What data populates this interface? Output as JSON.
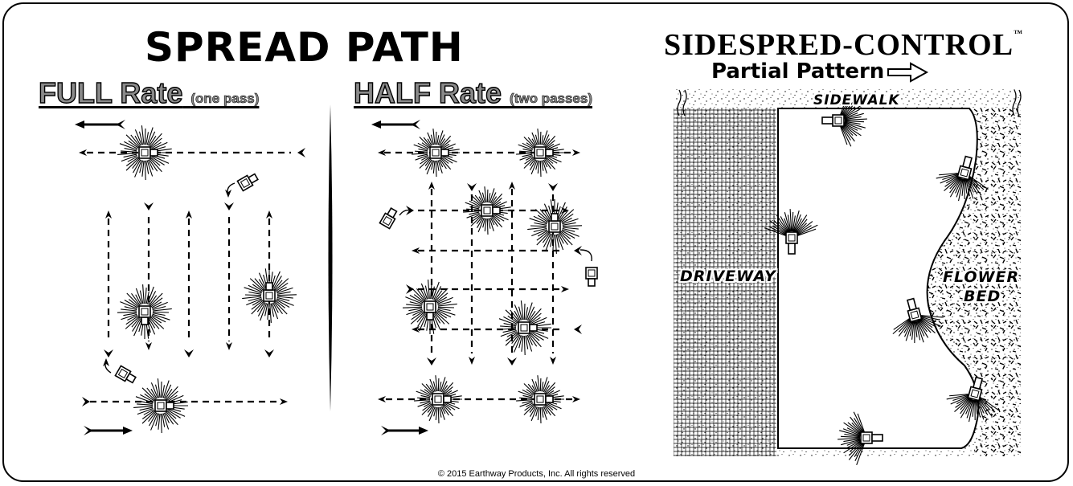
{
  "title": "SPREAD PATH",
  "full_rate": {
    "label": "FULL Rate",
    "note": "(one pass)"
  },
  "half_rate": {
    "label": "HALF Rate",
    "note": "(two passes)"
  },
  "brand": {
    "name": "SIDESPRED-CONTROL",
    "trademark": "™",
    "subtitle": "Partial Pattern"
  },
  "areas": {
    "sidewalk": "SIDEWALK",
    "driveway": "DRIVEWAY",
    "flower": "FLOWER",
    "bed": "BED"
  },
  "copyright": "© 2015 Earthway Products, Inc.  All rights reserved",
  "colors": {
    "ink": "#000000",
    "rate_fill": "#8a8a8a",
    "paper": "#ffffff"
  }
}
